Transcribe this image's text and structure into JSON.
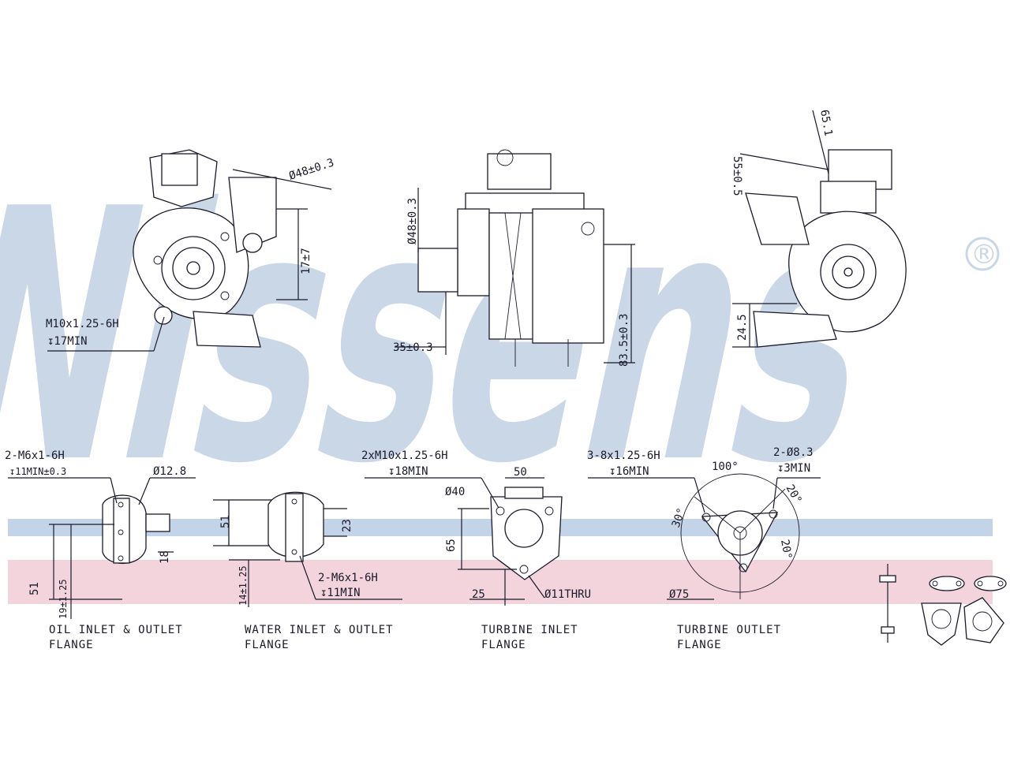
{
  "brand": {
    "watermark": "Nissens",
    "registered_mark": "®",
    "watermark_color": "#c9d7e6",
    "band_blue": "#c4d4e8",
    "band_pink": "#f3d3dc"
  },
  "top_views": {
    "left": {
      "dims": [
        "Ø48±0.3",
        "17±7"
      ],
      "thread": [
        "M10x1.25-6H",
        "↧17MIN"
      ]
    },
    "center": {
      "dims": [
        "Ø48±0.3",
        "35±0.3",
        "83.5±0.3"
      ]
    },
    "right": {
      "dims": [
        "55±0.5",
        "65.1",
        "24.5"
      ]
    }
  },
  "flanges": [
    {
      "id": "oil",
      "caption": [
        "OIL INLET & OUTLET",
        "FLANGE"
      ],
      "callouts": [
        "2-M6x1-6H",
        "↧11MIN±0.3",
        "Ø12.8"
      ],
      "dims": [
        "51",
        "19±1.25",
        "18"
      ]
    },
    {
      "id": "water",
      "caption": [
        "WATER INLET & OUTLET",
        "FLANGE"
      ],
      "callouts": [
        "2-M6x1-6H",
        "↧11MIN"
      ],
      "dims": [
        "51",
        "23",
        "14±1.25"
      ]
    },
    {
      "id": "turbine-inlet",
      "caption": [
        "TURBINE INLET",
        "FLANGE"
      ],
      "callouts": [
        "2xM10x1.25-6H",
        "↧18MIN",
        "Ø11THRU"
      ],
      "dims": [
        "Ø40",
        "50",
        "65",
        "25"
      ]
    },
    {
      "id": "turbine-outlet",
      "caption": [
        "TURBINE OUTLET",
        "FLANGE"
      ],
      "callouts": [
        "3-8x1.25-6H",
        "↧16MIN",
        "2-Ø8.3",
        "↧3MIN"
      ],
      "dims": [
        "100°",
        "20°",
        "30°",
        "20°",
        "Ø75"
      ]
    }
  ]
}
